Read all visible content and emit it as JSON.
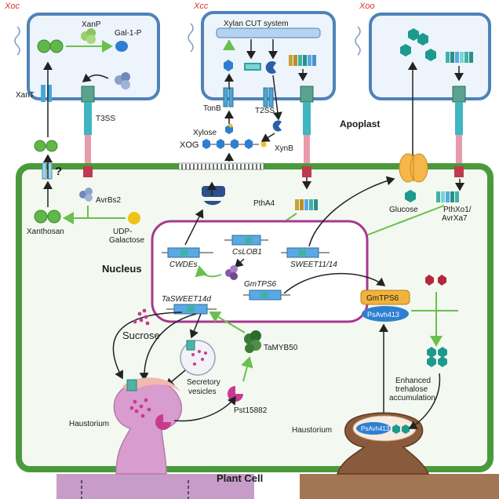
{
  "pathogens": {
    "xoc": "Xoc",
    "xcc": "Xcc",
    "xoo": "Xoo"
  },
  "compartments": {
    "apoplast": "Apoplast",
    "nucleus": "Nucleus",
    "plant_cell": "Plant Cell",
    "haustorium_left": "Haustorium",
    "haustorium_right": "Haustorium"
  },
  "xoc_labels": {
    "xanp": "XanP",
    "gal1p": "Gal-1-P",
    "xant": "XanT",
    "t3ss": "T3SS",
    "question": "?",
    "avrbs2": "AvrBs2",
    "udp_line1": "UDP-",
    "udp_line2": "Galactose",
    "xanthosan": "Xanthosan"
  },
  "xcc_labels": {
    "cut_system": "Xylan CUT system",
    "tonb": "TonB",
    "t2ss": "T2SS",
    "xylose": "Xylose",
    "xog": "XOG",
    "xynb": "XynB",
    "ptha4": "PthA4"
  },
  "xoo_labels": {
    "glucose": "Glucose",
    "pthxo1_line1": "PthXo1/",
    "pthxo1_line2": "AvrXa7"
  },
  "genes": {
    "cslob1": "CsLOB1",
    "cwdes": "CWDEs",
    "sweet": "SWEET11/14",
    "gmtps6": "GmTPS6",
    "tasweet14d": "TaSWEET14d"
  },
  "wheat_labels": {
    "sucrose": "Sucrose",
    "secretory_line1": "Secretory",
    "secretory_line2": "vesicles",
    "tamyb50": "TaMYB50",
    "pst15882": "Pst15882"
  },
  "soy_labels": {
    "gmtps6_box": "GmTPS6",
    "psavh413": "PsAvh413",
    "psavh413_haus": "PsAvh413",
    "trehalose_line1": "Enhanced",
    "trehalose_line2": "trehalose",
    "trehalose_line3": "accumulation"
  },
  "colors": {
    "cell_border": "#4a9a3c",
    "cell_fill": "#f3f9f0",
    "bacteria_border": "#4f82b8",
    "bacteria_fill": "#eef4fb",
    "nucleus_border": "#a8388f",
    "gene_blue": "#5aa9e6",
    "gene_teal": "#3fb2a6",
    "green_arrow": "#6bbf4e",
    "magenta": "#c93a8f",
    "hex_teal": "#1d9a8e",
    "gmtps6_fill": "#f2b33d",
    "haustorium_brown": "#8a5a3c"
  }
}
